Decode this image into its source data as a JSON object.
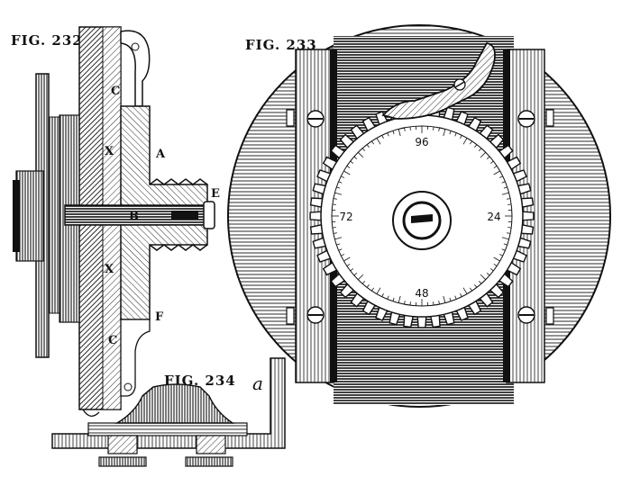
{
  "figures": {
    "fig232": {
      "label": "FIG. 232",
      "parts": {
        "c_top": "C",
        "x_top": "X",
        "a": "A",
        "e": "E",
        "b": "B",
        "x_bottom": "X",
        "f": "F",
        "c_bottom": "C"
      }
    },
    "fig233": {
      "label": "FIG. 233",
      "dial_numbers": {
        "top": "96",
        "right": "24",
        "bottom": "48",
        "left": "72"
      }
    },
    "fig234": {
      "label": "FIG. 234",
      "parts": {
        "a": "a"
      }
    }
  },
  "colors": {
    "ink": "#111111",
    "paper": "#ffffff"
  }
}
